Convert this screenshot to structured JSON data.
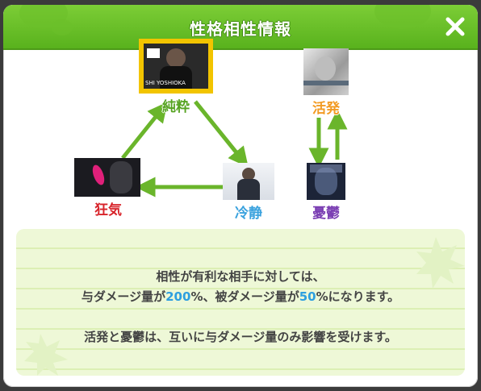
{
  "dialog": {
    "title": "性格相性情報",
    "close_label": "✕"
  },
  "nodes": {
    "junsui": {
      "label": "純粋",
      "color": "#56a321",
      "caption": "SHI YOSHIOKA"
    },
    "kappatsu": {
      "label": "活発",
      "color": "#f29a22"
    },
    "kyouki": {
      "label": "狂気",
      "color": "#d8232a"
    },
    "reisei": {
      "label": "冷静",
      "color": "#3aa2de"
    },
    "yuuutsu": {
      "label": "憂鬱",
      "color": "#7b3fb3"
    }
  },
  "info": {
    "line1": "相性が有利な相手に対しては、",
    "line2_a": "与ダメージ量が",
    "line2_b": "200",
    "line2_c": "%、被ダメージ量が",
    "line2_d": "50",
    "line2_e": "%になります。",
    "line3": "活発と憂鬱は、互いに与ダメージ量のみ影響を受けます。"
  },
  "colors": {
    "header": "#6cc42a",
    "arrow": "#6ab52b",
    "highlight": "#2e9fe0"
  }
}
